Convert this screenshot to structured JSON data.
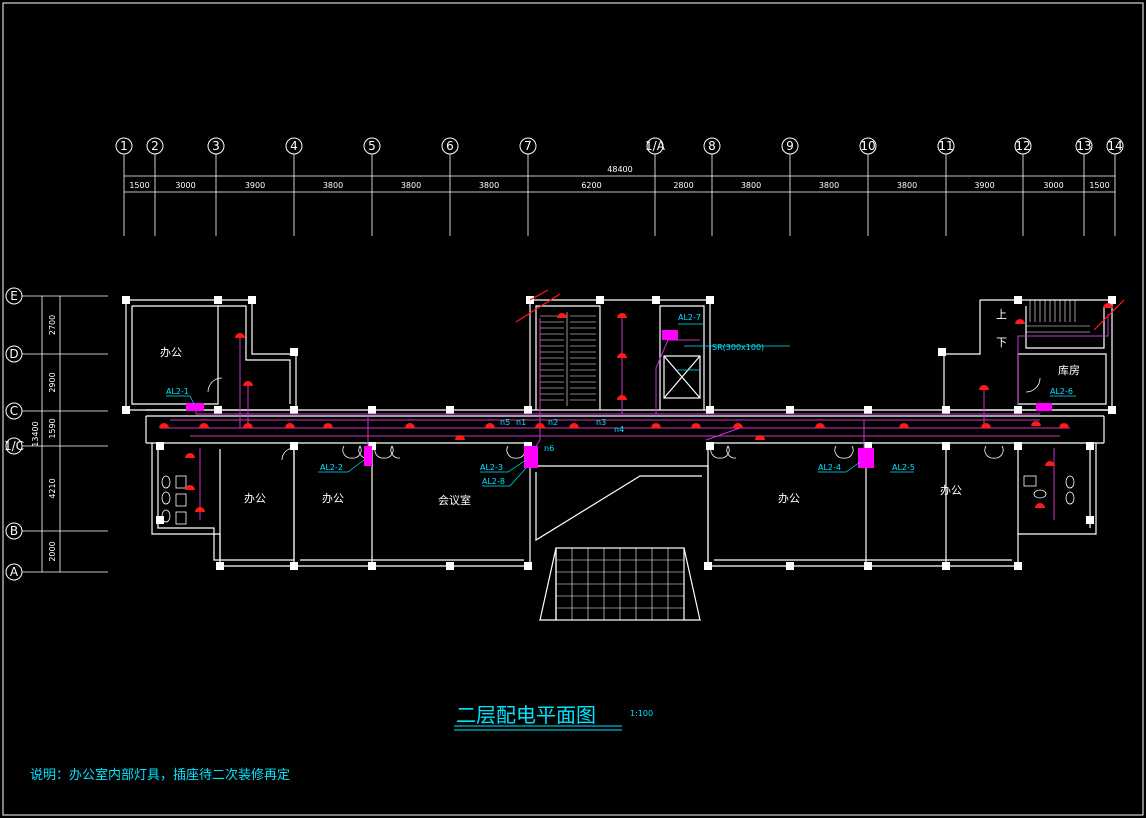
{
  "drawing": {
    "title": "二层配电平面图",
    "scale": "1:100",
    "note": "说明：办公室内部灯具，插座待二次装修再定"
  },
  "column_axes": [
    "1",
    "2",
    "3",
    "4",
    "5",
    "6",
    "7",
    "1/A",
    "8",
    "9",
    "10",
    "11",
    "12",
    "13",
    "14"
  ],
  "total_dimension": "48400",
  "bay_dimensions": [
    "1500",
    "3000",
    "3900",
    "3800",
    "3800",
    "3800",
    "6200",
    "2800",
    "3800",
    "3800",
    "3800",
    "3900",
    "3000",
    "1500"
  ],
  "row_axes": [
    "E",
    "D",
    "C",
    "1/C",
    "B",
    "A"
  ],
  "row_dimensions": [
    "2700",
    "2900",
    "1590",
    "4210",
    "2000"
  ],
  "row_dimension_total": "13400",
  "rooms": {
    "office_nw": "办公",
    "office_1": "办公",
    "office_2": "办公",
    "meeting": "会议室",
    "office_3": "办公",
    "office_4": "办公",
    "storage": "库房",
    "stair_up": "上",
    "stair_down": "下"
  },
  "panels": [
    "AL2-1",
    "AL2-2",
    "AL2-3",
    "AL2-8",
    "AL2-7",
    "AL2-4",
    "AL2-5",
    "AL2-6"
  ],
  "circuits": [
    "n1",
    "n2",
    "n3",
    "n4",
    "n5",
    "n6"
  ],
  "tray_label": "SR(300x100)",
  "colors": {
    "background": "#000000",
    "wall": "#ffffff",
    "wiring": "#cc33cc",
    "panel_box": "#ff00ff",
    "fixture": "#ff1a1a",
    "annotation": "#00e5ff"
  }
}
